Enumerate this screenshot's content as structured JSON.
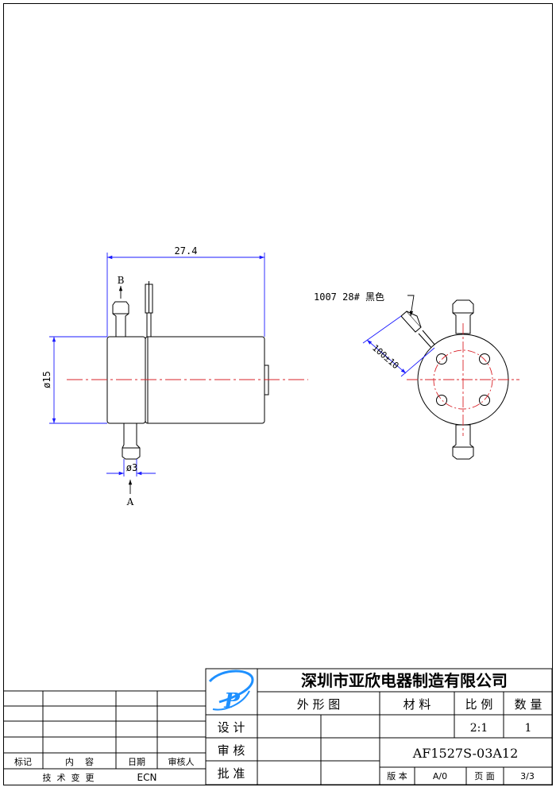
{
  "drawing": {
    "dim_length": "27.4",
    "dim_diameter": "ø15",
    "dim_port": "ø3",
    "port_in_label": "A",
    "port_out_label": "B",
    "wire_spec": "1007 28# 黑色",
    "wire_length": "100±10"
  },
  "title_block": {
    "company": "深圳市亚欣电器制造有限公司",
    "logo_letter": "P",
    "h_outline": "外 形 图",
    "h_material": "材 料",
    "h_scale": "比 例",
    "h_quantity": "数 量",
    "l_design": "设 计",
    "l_review": "审 核",
    "l_approve": "批 准",
    "scale_value": "2:1",
    "quantity_value": "1",
    "part_number": "AF1527S-03A12",
    "l_version": "版 本",
    "version_value": "A/0",
    "l_page": "页 面",
    "page_value": "3/3"
  },
  "revision_table": {
    "h_mark": "标记",
    "h_content": "内    容",
    "h_date": "日期",
    "h_reviewer": "审核人",
    "footer_tech_change": "技  术  变  更",
    "footer_ecn": "ECN"
  },
  "colors": {
    "line": "#000000",
    "dimension": "#1a1aff",
    "centerline": "#d9232a",
    "logo": "#1e90ff"
  }
}
